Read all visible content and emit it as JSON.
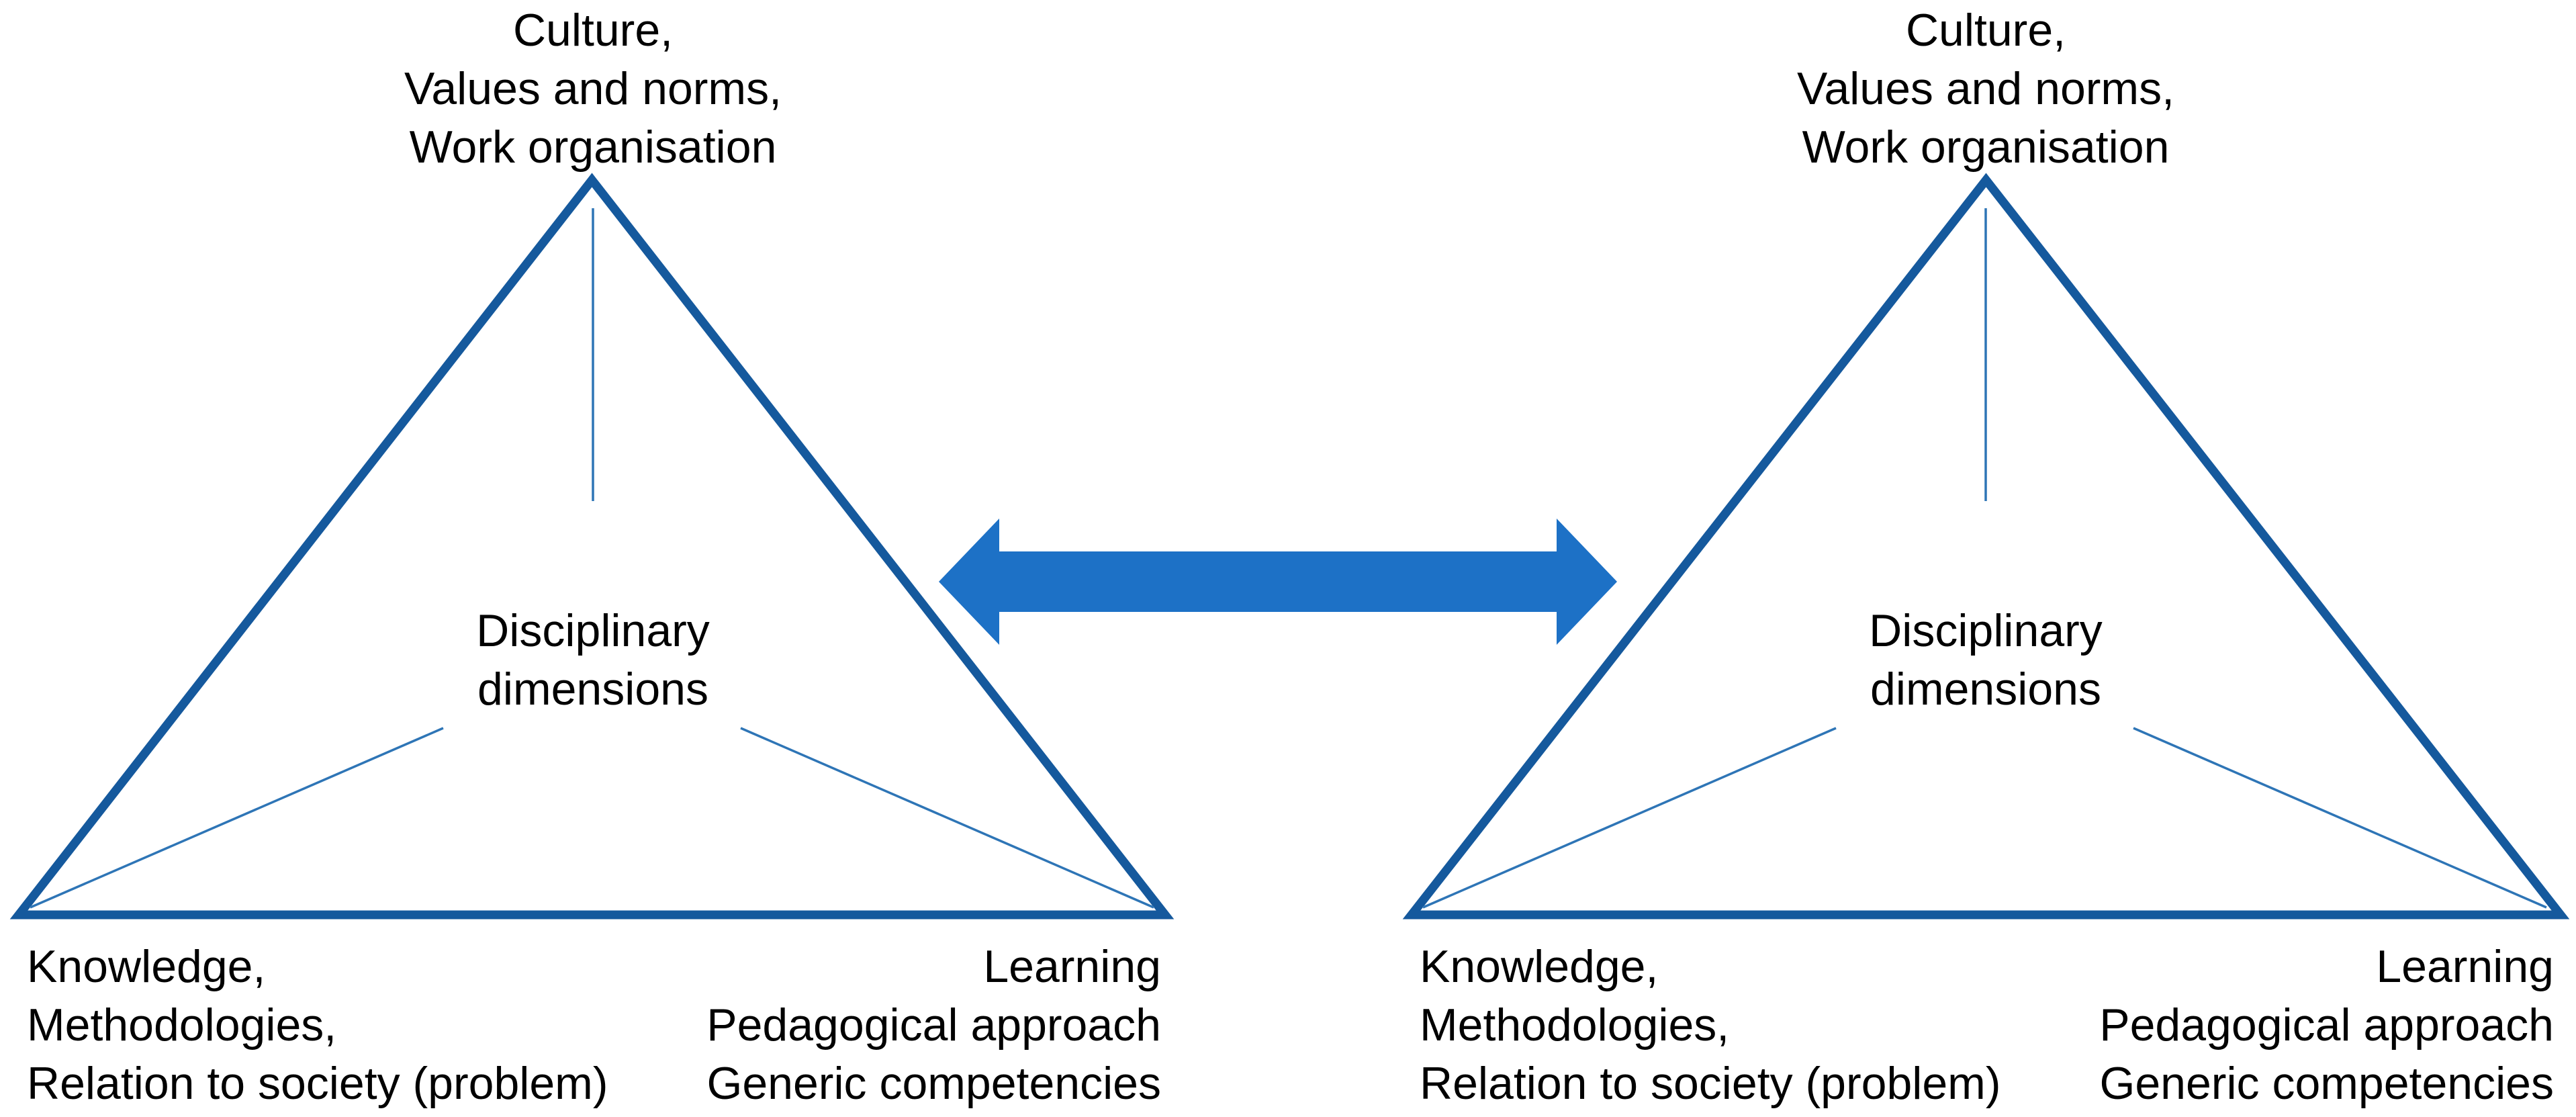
{
  "figure": {
    "background": "#ffffff",
    "colors": {
      "triangle_stroke": "#15599D",
      "inner_line": "#2E75B6",
      "arrow_fill": "#1D71C6",
      "arrow_stroke": "#142B52",
      "text": "#000000"
    },
    "left_triangle": {
      "top_label": {
        "line1": "Culture,",
        "line2": "Values and norms,",
        "line3": "Work organisation"
      },
      "center_label": {
        "line1": "Disciplinary",
        "line2": "dimensions"
      },
      "bottom_left_label": {
        "line1": "Knowledge,",
        "line2": "Methodologies,",
        "line3": "Relation to society (problem)"
      },
      "bottom_right_label": {
        "line1": "Learning",
        "line2": "Pedagogical approach",
        "line3": "Generic competencies"
      }
    },
    "right_triangle": {
      "top_label": {
        "line1": "Culture,",
        "line2": "Values and norms,",
        "line3": "Work organisation"
      },
      "center_label": {
        "line1": "Disciplinary",
        "line2": "dimensions"
      },
      "bottom_left_label": {
        "line1": "Knowledge,",
        "line2": "Methodologies,",
        "line3": "Relation to society (problem)"
      },
      "bottom_right_label": {
        "line1": "Learning",
        "line2": "Pedagogical approach",
        "line3": "Generic competencies"
      }
    },
    "connector": {
      "type": "double-headed-arrow"
    }
  }
}
